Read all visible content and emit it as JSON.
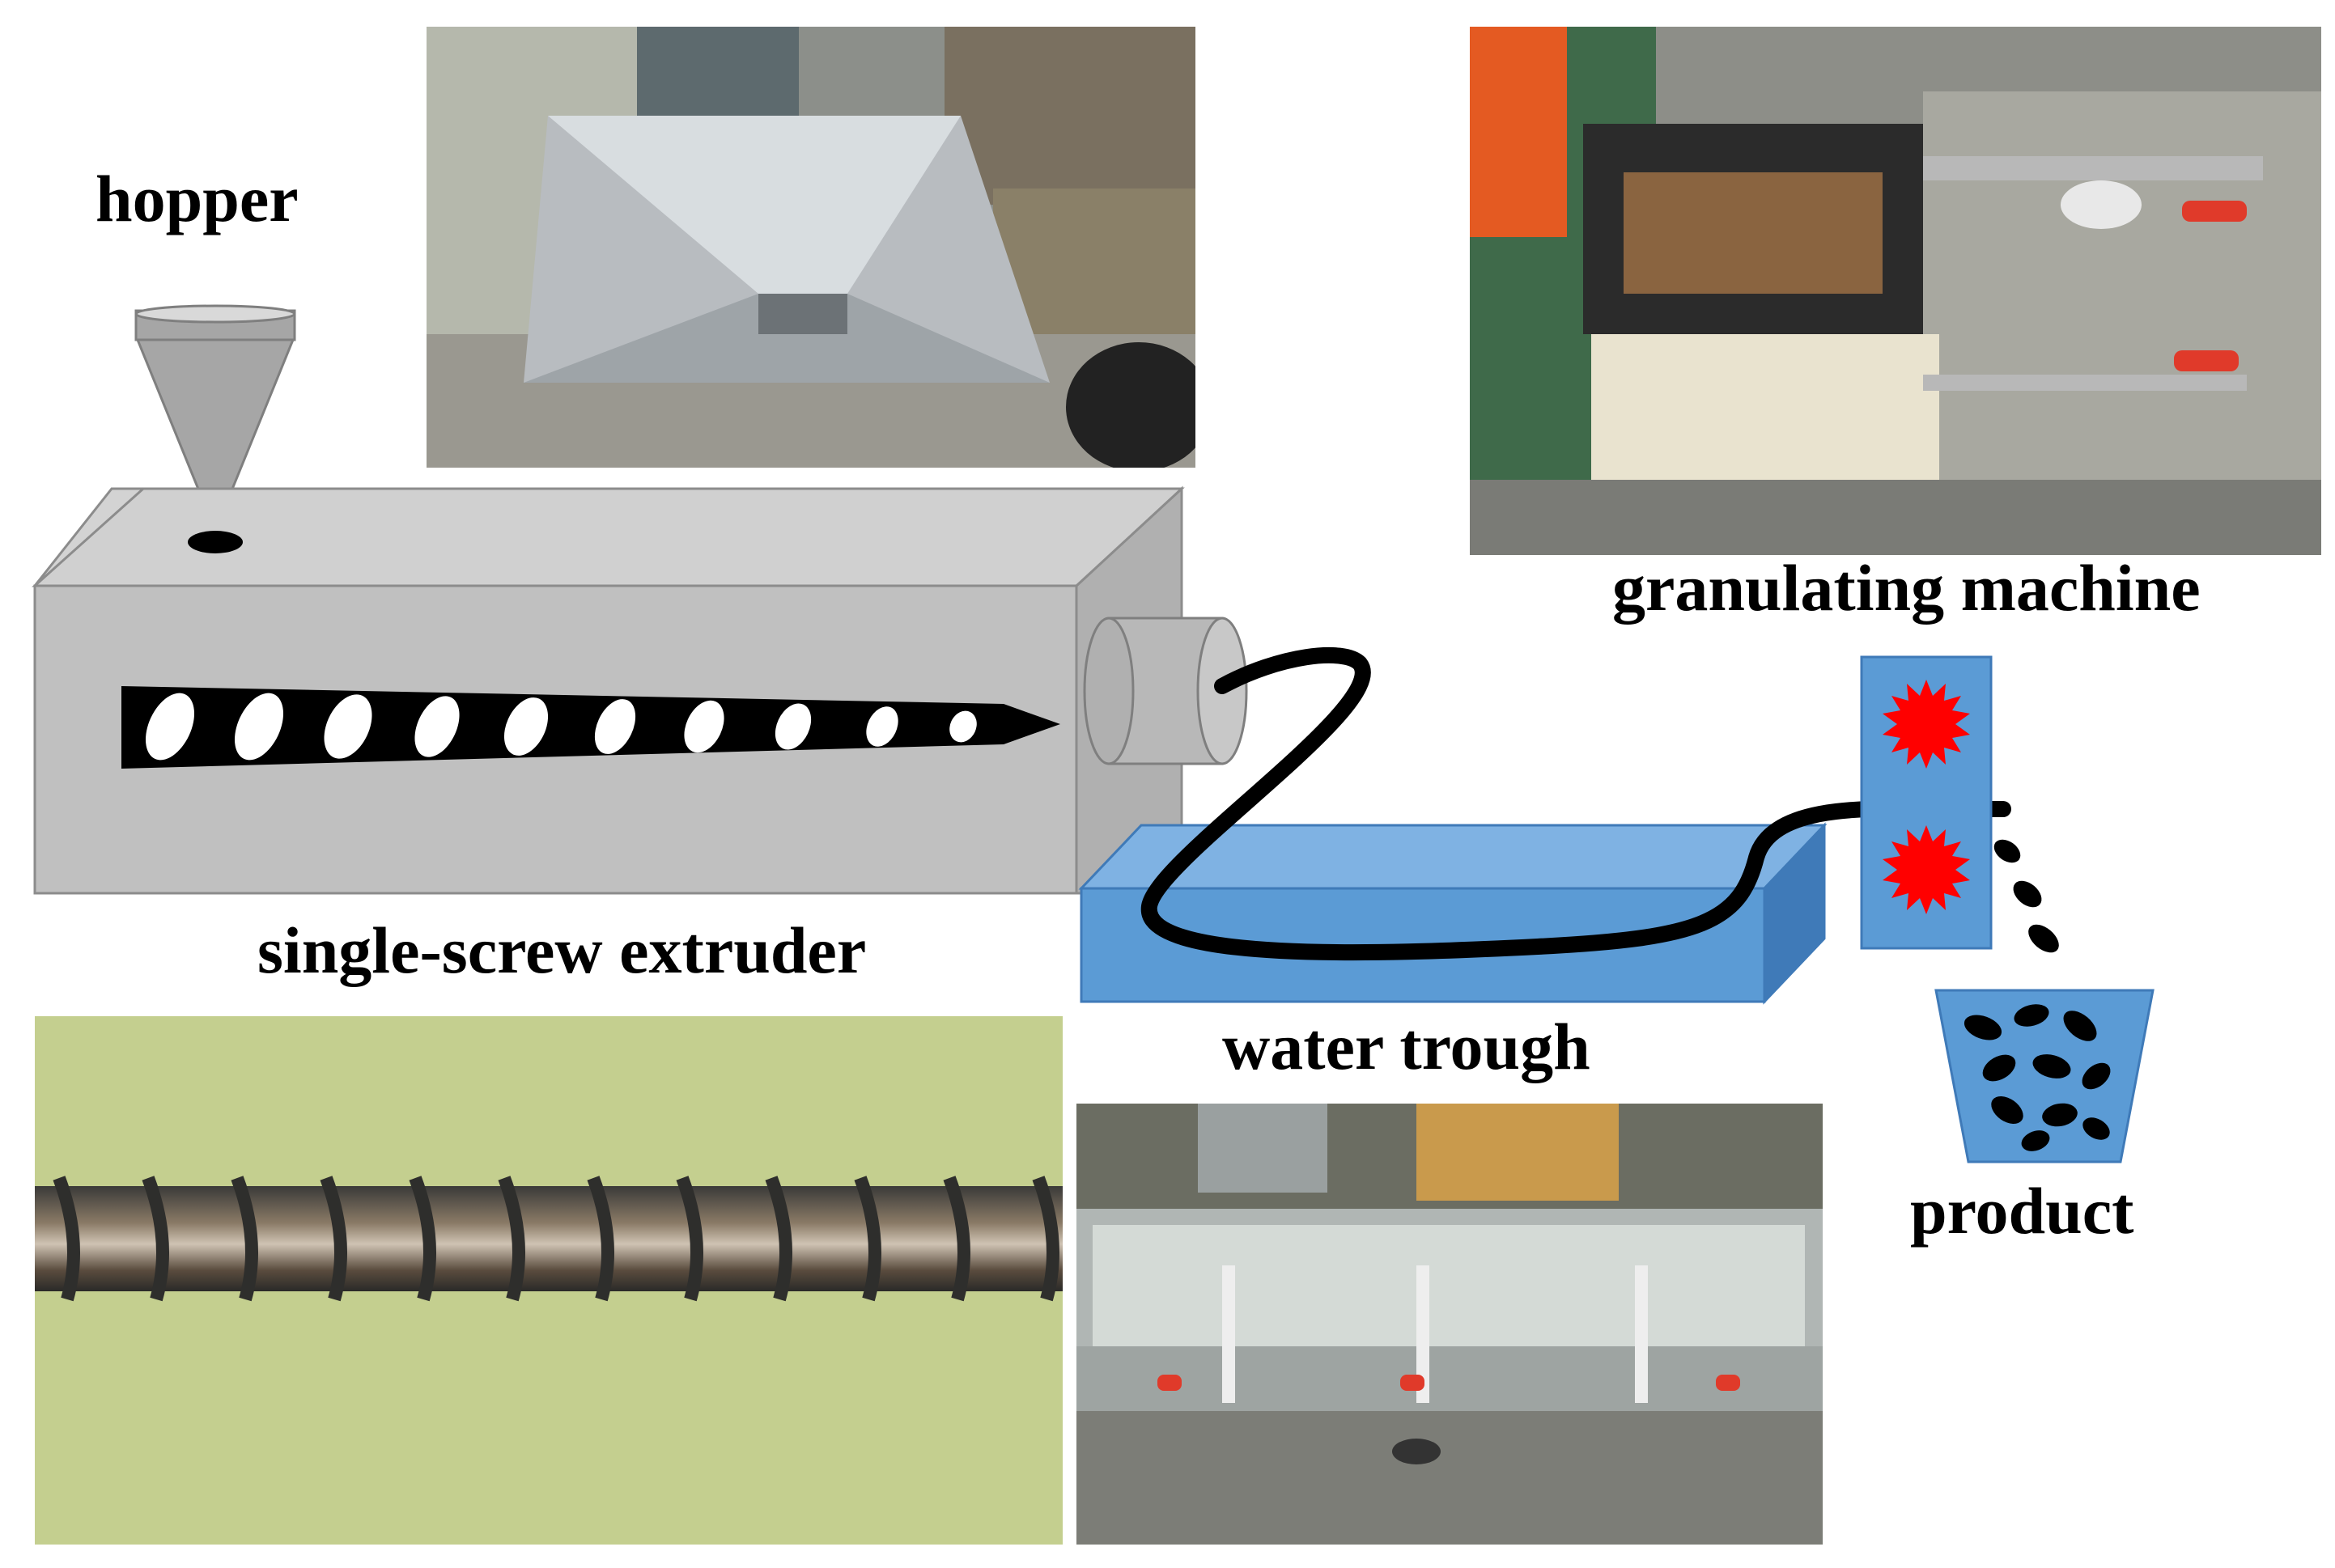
{
  "labels": {
    "hopper": "hopper",
    "extruder": "single-screw extruder",
    "granulator": "granulating machine",
    "trough": "water trough",
    "product": "product"
  },
  "colors": {
    "extruder_body": "#c0c0c0",
    "extruder_top": "#d3d3d3",
    "extruder_side": "#a6a6a6",
    "water": "#5b9bd5",
    "water_top": "#7fb2e3",
    "water_side": "#3f7ab8",
    "cutter_blade": "#ff0000",
    "strand": "#000000",
    "screw_photo_bg": "#c4cf8f"
  },
  "icons": {
    "hopper_photo": "hopper-photo",
    "granulator_photo": "granulating-machine-photo",
    "screw_photo": "screw-photo",
    "trough_photo": "water-trough-photo"
  }
}
